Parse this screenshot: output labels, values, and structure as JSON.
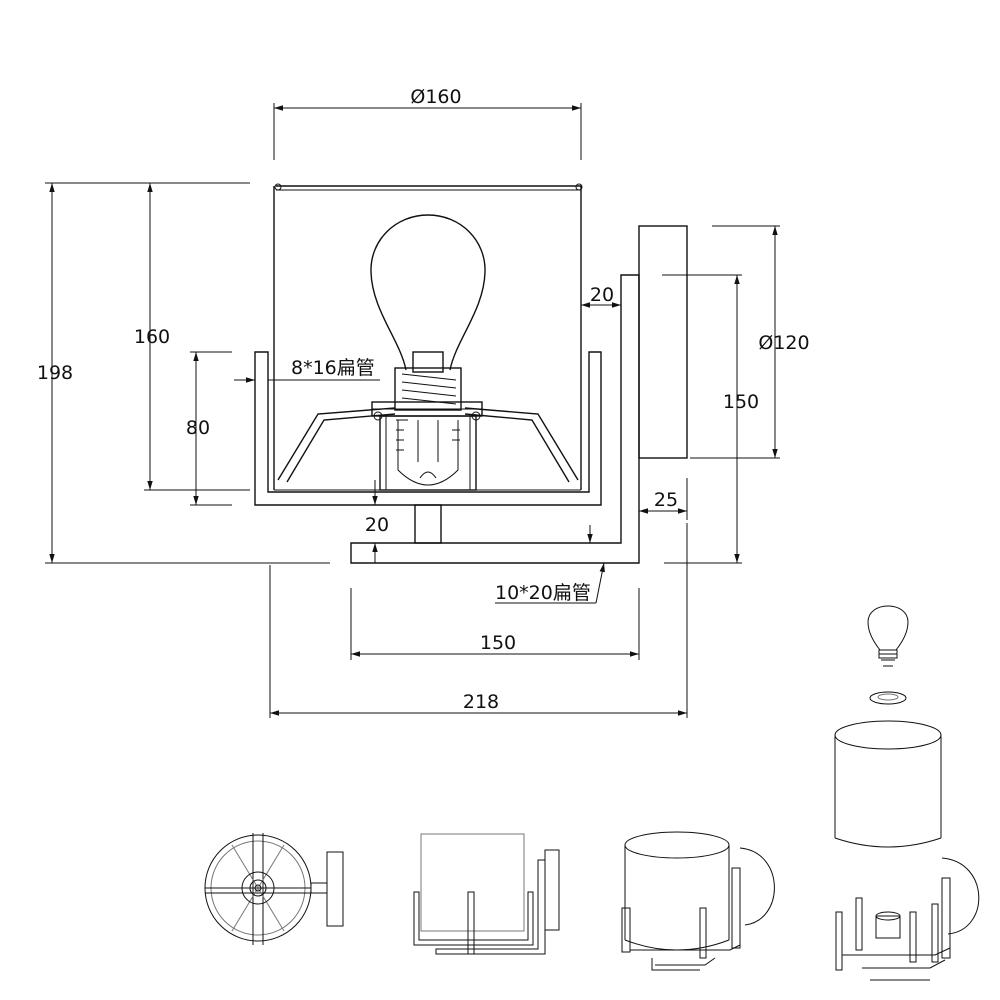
{
  "labels": {
    "diameter_shade": "Ø160",
    "height_total": "198",
    "height_shade": "160",
    "height_cage": "80",
    "tube_top": "8*16扁管",
    "gap_side": "20",
    "diameter_plate": "Ø120",
    "height_plate": "150",
    "gap_bottom": "20",
    "depth_plate": "25",
    "tube_bottom": "10*20扁管",
    "arm_length": "150",
    "total_depth": "218"
  },
  "views": [
    "top-view",
    "front-view",
    "perspective-view",
    "exploded-view"
  ]
}
